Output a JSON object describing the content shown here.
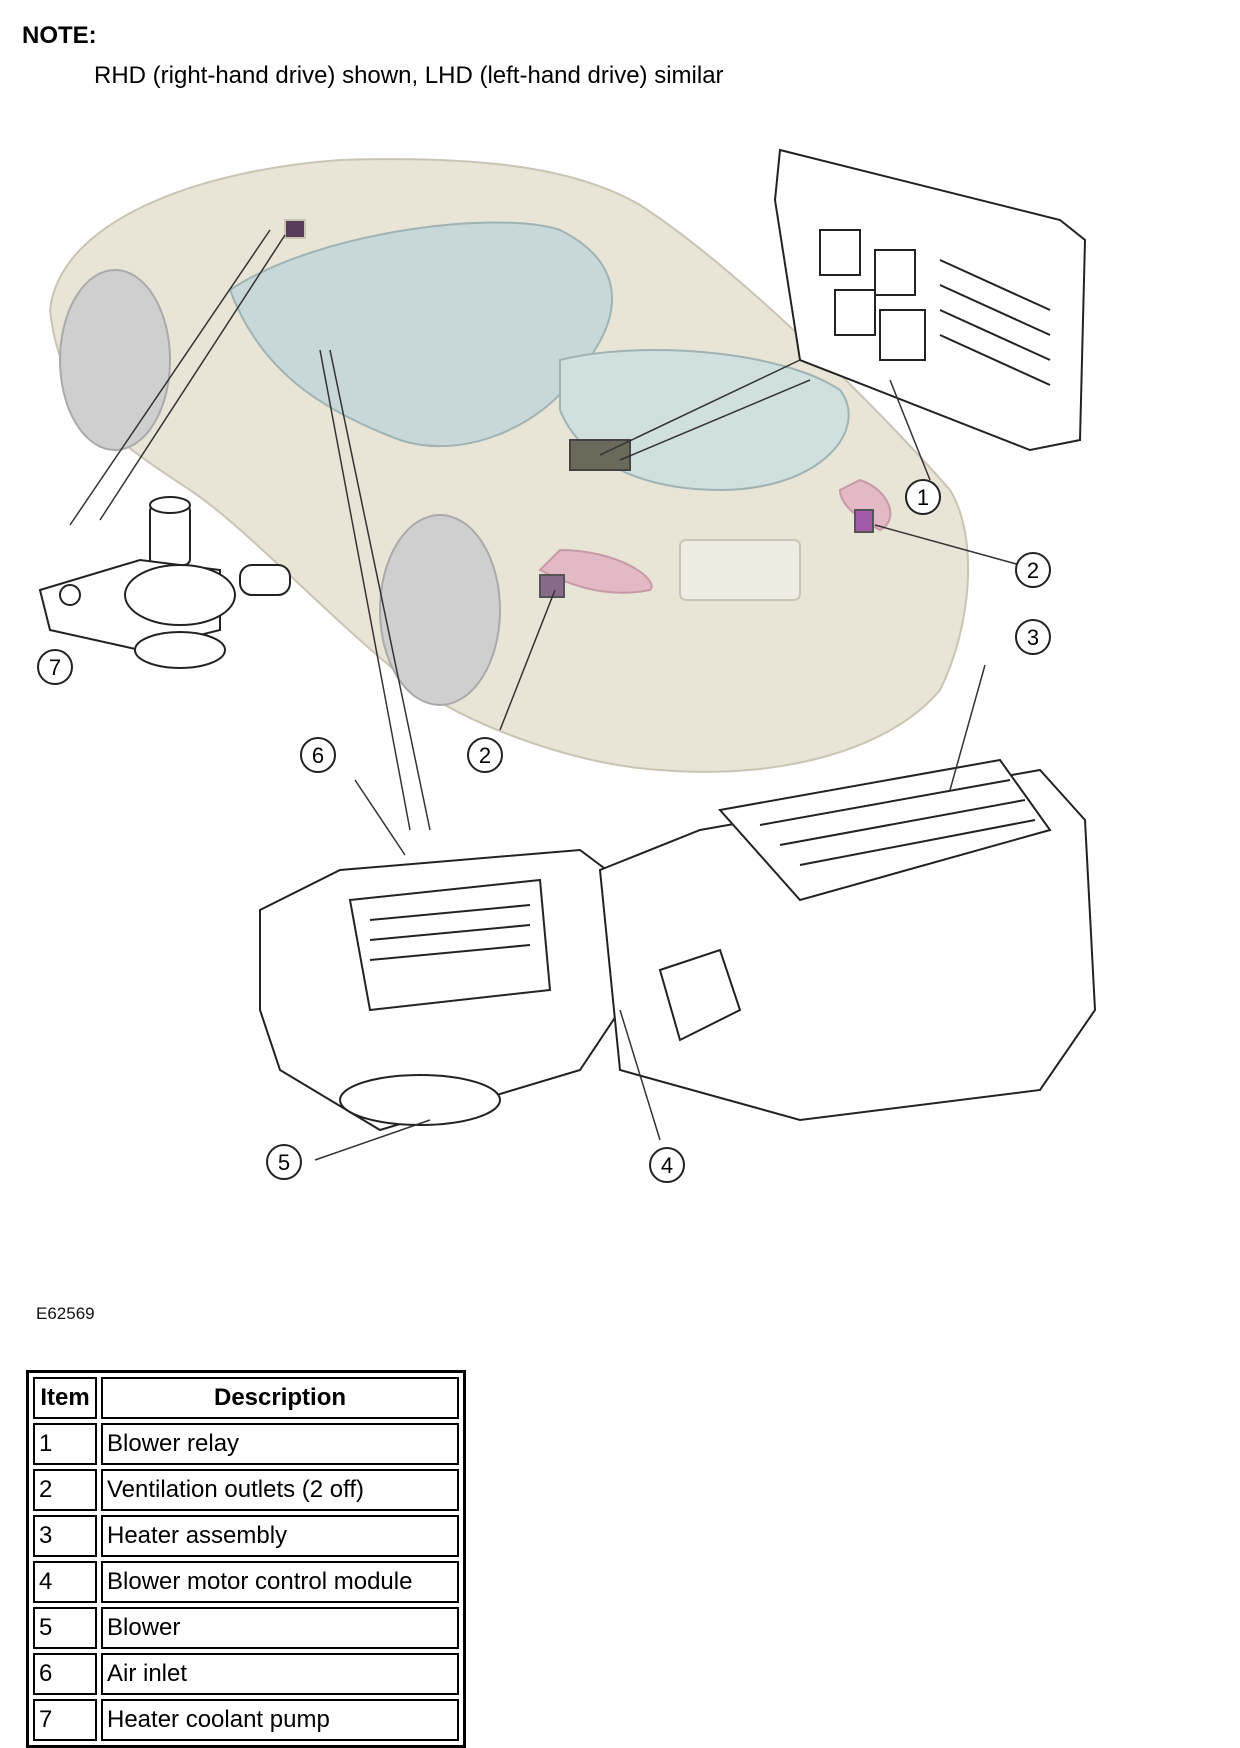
{
  "note": {
    "title": "NOTE:",
    "text": "RHD (right-hand drive) shown, LHD (left-hand drive) similar"
  },
  "figure": {
    "id": "E62569",
    "callouts": [
      "1",
      "2",
      "2",
      "3",
      "4",
      "5",
      "6",
      "7"
    ]
  },
  "table": {
    "headers": [
      "Item",
      "Description"
    ],
    "rows": [
      {
        "item": "1",
        "description": "Blower relay"
      },
      {
        "item": "2",
        "description": "Ventilation outlets (2 off)"
      },
      {
        "item": "3",
        "description": "Heater assembly"
      },
      {
        "item": "4",
        "description": "Blower motor control module"
      },
      {
        "item": "5",
        "description": "Blower"
      },
      {
        "item": "6",
        "description": "Air inlet"
      },
      {
        "item": "7",
        "description": "Heater coolant pump"
      }
    ]
  }
}
